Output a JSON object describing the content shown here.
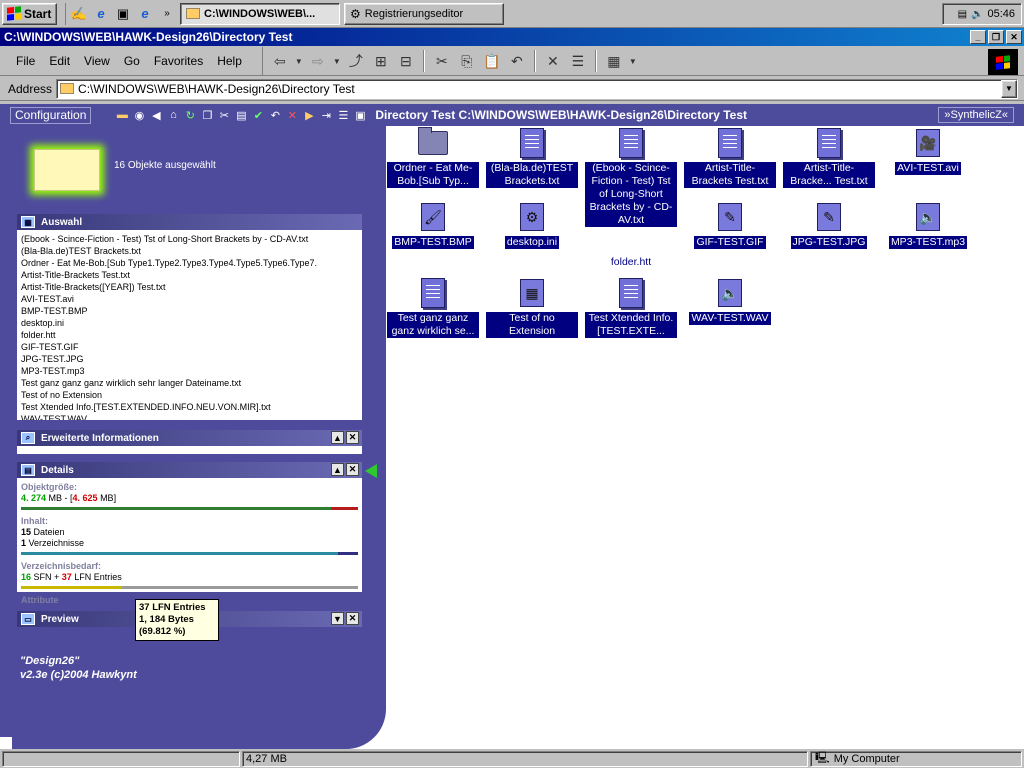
{
  "taskbar": {
    "start_label": "Start",
    "tasks": [
      {
        "label": "C:\\WINDOWS\\WEB\\...",
        "active": true
      },
      {
        "label": "Registrierungseditor",
        "active": false
      }
    ],
    "clock": "05:46"
  },
  "window": {
    "title": "C:\\WINDOWS\\WEB\\HAWK-Design26\\Directory Test"
  },
  "menu": [
    "File",
    "Edit",
    "View",
    "Go",
    "Favorites",
    "Help"
  ],
  "address": {
    "label": "Address",
    "value": "C:\\WINDOWS\\WEB\\HAWK-Design26\\Directory Test"
  },
  "bluebar": {
    "config_label": "Configuration",
    "path_label": "Directory Test  C:\\WINDOWS\\WEB\\HAWK-Design26\\Directory Test",
    "right_label": "»SynthelicZ«"
  },
  "left": {
    "selected_count": "16 Objekte ausgewählt",
    "auswahl": {
      "title": "Auswahl",
      "items": [
        "(Ebook - Scince-Fiction - Test) Tst of Long-Short Brackets by - CD-AV.txt",
        "(Bla-Bla.de)TEST Brackets.txt",
        "Ordner - Eat Me-Bob.[Sub Type1.Type2.Type3.Type4.Type5.Type6.Type7.",
        "Artist-Title-Brackets Test.txt",
        "Artist-Title-Brackets([YEAR]) Test.txt",
        "AVI-TEST.avi",
        "BMP-TEST.BMP",
        "desktop.ini",
        "folder.htt",
        "GIF-TEST.GIF",
        "JPG-TEST.JPG",
        "MP3-TEST.mp3",
        "Test ganz ganz ganz wirklich sehr langer Dateiname.txt",
        "Test of no Extension",
        "Test Xtended Info.[TEST.EXTENDED.INFO.NEU.VON.MIR].txt",
        "WAV-TEST.WAV"
      ]
    },
    "erweitert_title": "Erweiterte Informationen",
    "details": {
      "title": "Details",
      "size_label": "Objektgröße:",
      "size_a": "4. 274",
      "size_mid": " MB - [",
      "size_b": "4. 625",
      "size_end": " MB]",
      "content_label": "Inhalt:",
      "files_num": "15",
      "files_label": " Dateien",
      "dirs_num": "1",
      "dirs_label": " Verzeichnisse",
      "dirspace_label": "Verzeichnisbedarf:",
      "sfn_num": "16",
      "sfn_label": " SFN + ",
      "lfn_num": "37",
      "lfn_label": " LFN Entries",
      "attrib_label": "Attribute"
    },
    "tooltip": [
      "37 LFN Entries",
      "1, 184 Bytes",
      "(69.812 %)"
    ],
    "preview_title": "Preview",
    "credits": [
      "\"Design26\"",
      "v2.3e (c)2004 Hawkynt"
    ]
  },
  "files": [
    {
      "label": "Ordner - Eat Me-Bob.[Sub Typ...",
      "icon": "folder-icon",
      "kind": "folder"
    },
    {
      "label": "(Bla-Bla.de)TEST Brackets.txt",
      "icon": "text-document-icon",
      "kind": "doc"
    },
    {
      "label": "(Ebook - Scince-Fiction - Test) Tst of Long-Short Brackets by - CD-AV.txt",
      "icon": "text-document-icon",
      "kind": "doc"
    },
    {
      "label": "Artist-Title-Brackets Test.txt",
      "icon": "text-document-icon",
      "kind": "doc"
    },
    {
      "label": "Artist-Title-Bracke... Test.txt",
      "icon": "text-document-icon",
      "kind": "doc"
    },
    {
      "label": "AVI-TEST.avi",
      "icon": "video-file-icon",
      "kind": "media",
      "glyph": "🎥"
    },
    {
      "label": "BMP-TEST.BMP",
      "icon": "paint-image-icon",
      "kind": "media",
      "glyph": "🖌"
    },
    {
      "label": "desktop.ini",
      "icon": "settings-file-icon",
      "kind": "media",
      "glyph": "⚙"
    },
    {
      "label": "folder.htt",
      "icon": "html-template-icon",
      "kind": "doc"
    },
    {
      "label": "GIF-TEST.GIF",
      "icon": "gif-image-icon",
      "kind": "media",
      "glyph": "✎"
    },
    {
      "label": "JPG-TEST.JPG",
      "icon": "jpg-image-icon",
      "kind": "media",
      "glyph": "✎"
    },
    {
      "label": "MP3-TEST.mp3",
      "icon": "audio-file-icon",
      "kind": "media",
      "glyph": "🔈"
    },
    {
      "label": "Test ganz ganz ganz wirklich se...",
      "icon": "text-document-icon",
      "kind": "doc"
    },
    {
      "label": "Test of no Extension",
      "icon": "windows-file-icon",
      "kind": "media",
      "glyph": "▦"
    },
    {
      "label": "Test Xtended Info.[TEST.EXTE...",
      "icon": "text-document-icon",
      "kind": "doc"
    },
    {
      "label": "WAV-TEST.WAV",
      "icon": "audio-file-icon",
      "kind": "media",
      "glyph": "🔈"
    }
  ],
  "status": {
    "size": "4,27 MB",
    "zone": "My Computer"
  }
}
